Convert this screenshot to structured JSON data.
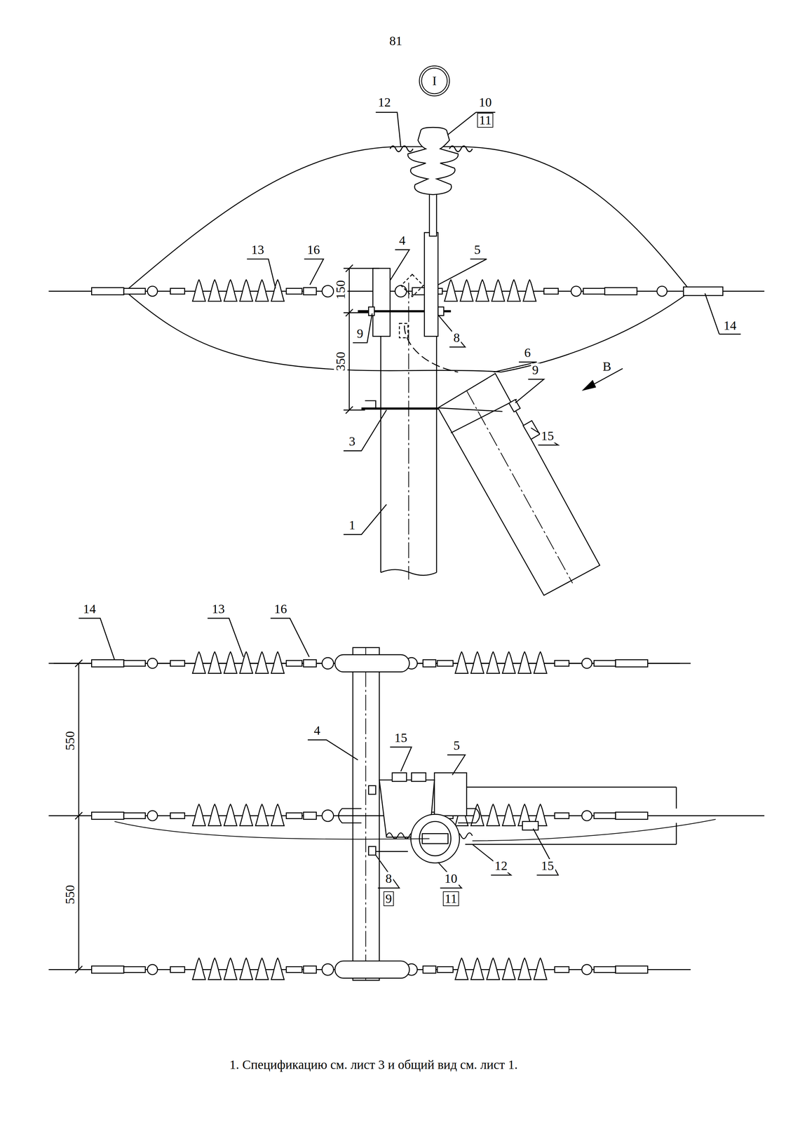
{
  "diagram": {
    "caption": "1. Спецификацию см. лист 3 и общий вид см. лист 1.",
    "nodes": [
      {
        "text": [
          "I"
        ]
      }
    ],
    "labels": [
      "81",
      "12",
      "10",
      "11",
      "13",
      "16",
      "4",
      "5",
      "150",
      "350",
      "14",
      "9",
      "8",
      "6",
      "B",
      "9",
      "3",
      "15",
      "1",
      "14",
      "13",
      "16",
      "550",
      "4",
      "15",
      "5",
      "550",
      "8",
      "9",
      "10",
      "11",
      "12",
      "15"
    ]
  }
}
